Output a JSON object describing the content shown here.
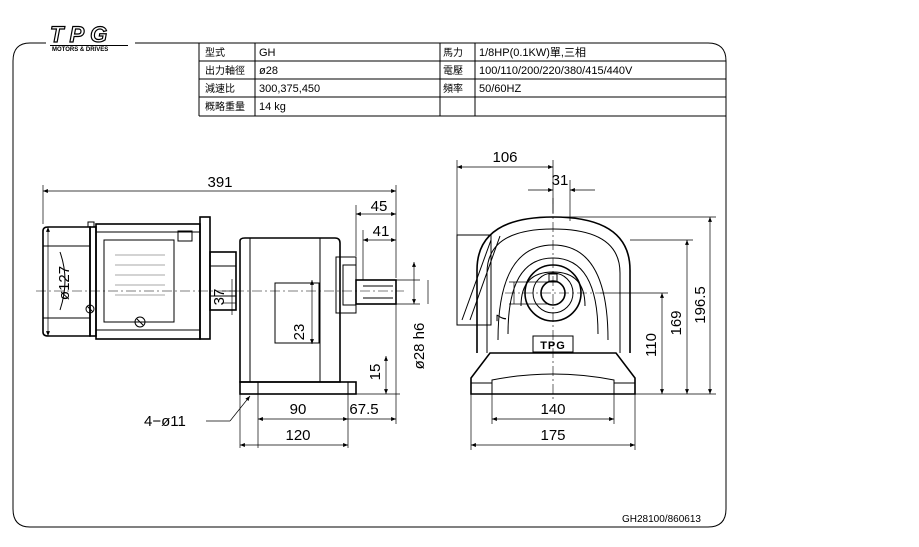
{
  "logo": {
    "mark": "TPG",
    "tagline": "MOTORS & DRIVES"
  },
  "spec_table": {
    "rows": [
      {
        "label": "型式",
        "value": "GH",
        "label2": "馬力",
        "value2": "1/8HP(0.1KW)單,三相"
      },
      {
        "label": "出力軸徑",
        "value": "ø28",
        "label2": "電壓",
        "value2": "100/110/200/220/380/415/440V"
      },
      {
        "label": "減速比",
        "value": "300,375,450",
        "label2": "頻率",
        "value2": "50/60HZ"
      },
      {
        "label": "概略重量",
        "value": "14 kg",
        "label2": "",
        "value2": ""
      }
    ]
  },
  "side_view": {
    "overall_length": "391",
    "shaft_45": "45",
    "shaft_41": "41",
    "motor_dia": "ø127",
    "dim_37": "37",
    "dim_23": "23",
    "dim_15": "15",
    "shaft_dia": "ø28 h6",
    "foot_90": "90",
    "foot_67_5": "67.5",
    "foot_120": "120",
    "holes": "4−ø11"
  },
  "front_view": {
    "width_106": "106",
    "width_31": "31",
    "key_7": "7",
    "height_196_5": "196.5",
    "height_169": "169",
    "height_110": "110",
    "base_140": "140",
    "base_175": "175",
    "nameplate": "TPG"
  },
  "drawing_no": "GH28100/860613"
}
